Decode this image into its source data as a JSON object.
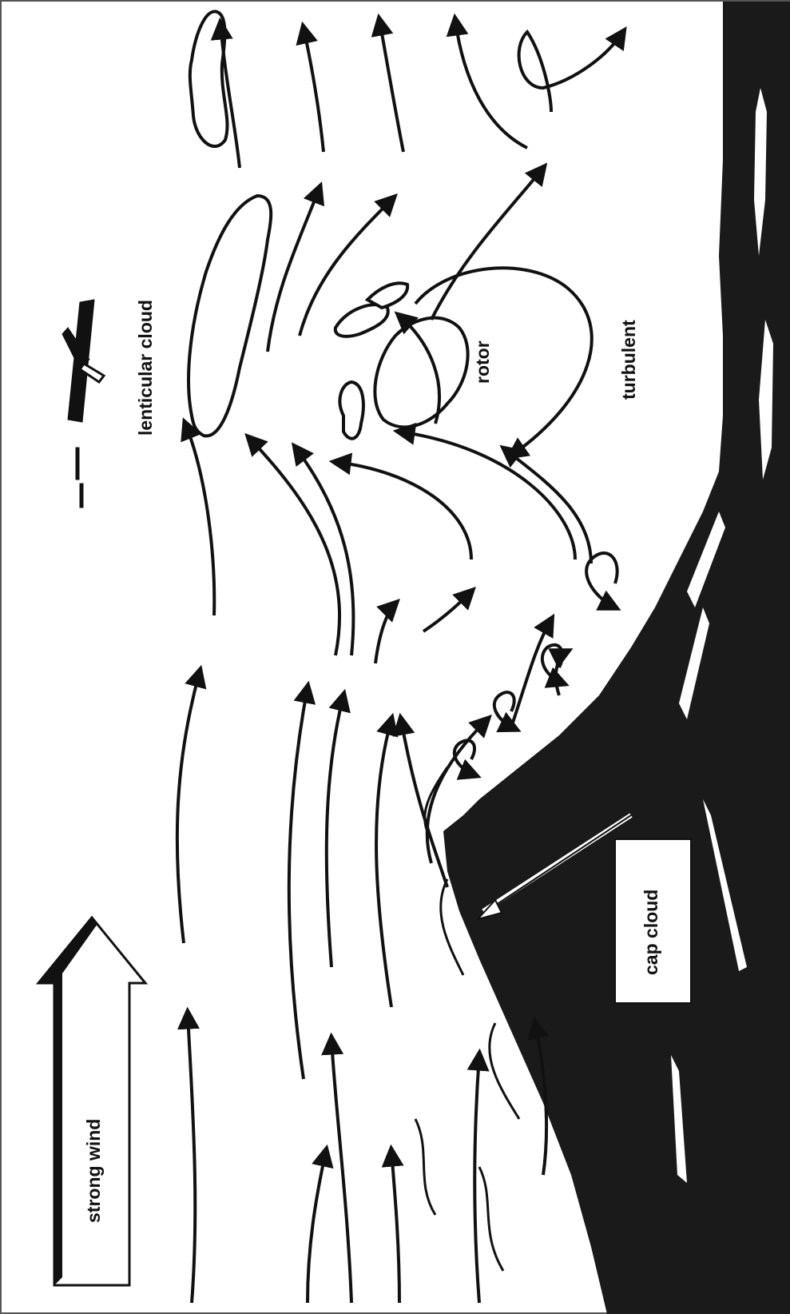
{
  "diagram": {
    "labels": {
      "strong_wind": "strong wind",
      "lenticular_cloud": "lenticular cloud",
      "rotor": "rotor",
      "turbulent": "turbulent",
      "cap_cloud": "cap cloud"
    },
    "colors": {
      "ink": "#111111",
      "terrain": "#1a1a1a",
      "background": "#ffffff",
      "frame": "#555555"
    }
  }
}
